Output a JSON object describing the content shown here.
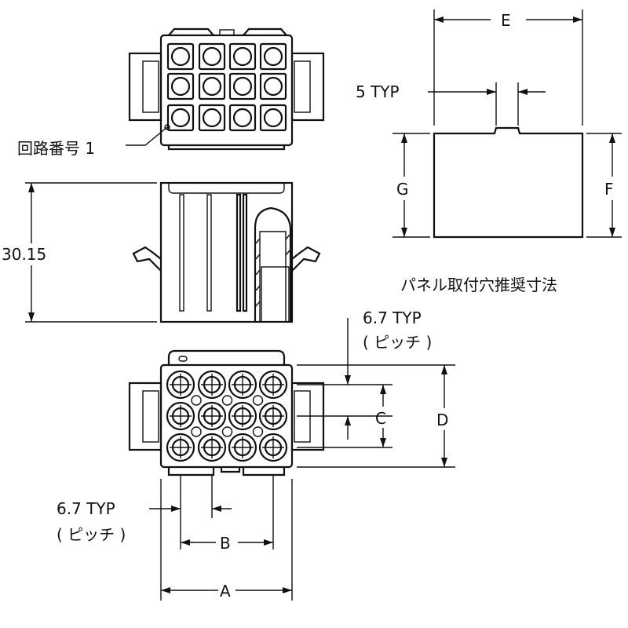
{
  "title": "12極コネクタ 外形図",
  "labels": {
    "circuit_number": "回路番号 1",
    "height_dim": "30.15",
    "panel_title": "パネル取付穴推奨寸法",
    "dim_e": "E",
    "dim_f": "F",
    "dim_g": "G",
    "typ5": "5 TYP",
    "pitch_right_typ": "6.7 TYP",
    "pitch_right_note": "( ピッチ )",
    "dim_c": "C",
    "dim_d": "D",
    "pitch_bottom_typ": "6.7 TYP",
    "pitch_bottom_note": "( ピッチ )",
    "dim_b": "B",
    "dim_a": "A"
  },
  "connector": {
    "rows": 3,
    "columns": 4
  },
  "colors": {
    "line": "#111111",
    "background": "#ffffff"
  }
}
